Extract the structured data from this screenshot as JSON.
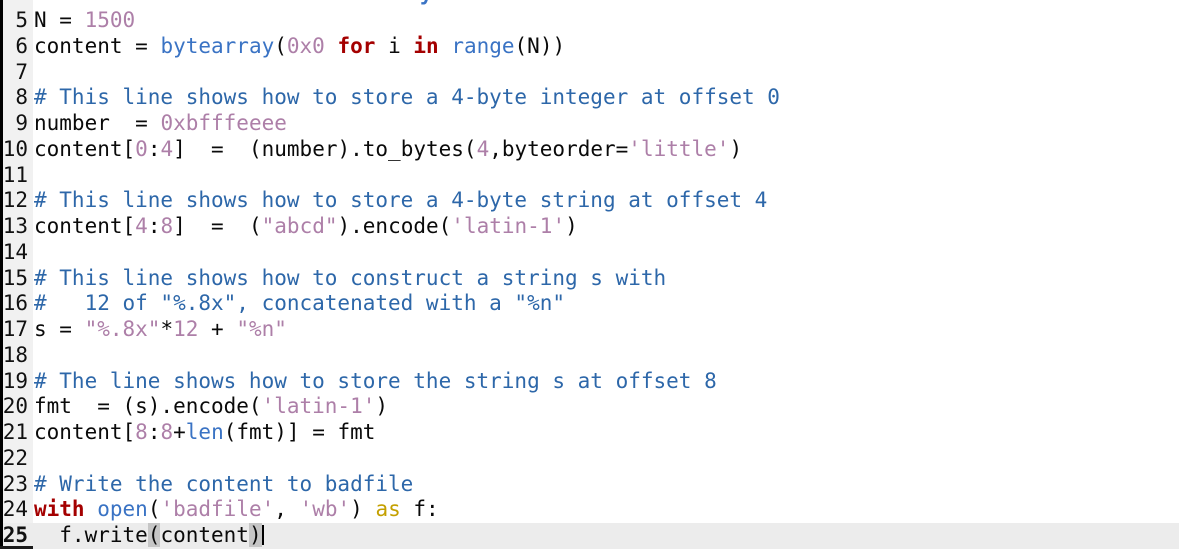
{
  "editor": {
    "colors": {
      "plain": "#0a0a0a",
      "keyword": "#a40000",
      "builtin": "#3a73c4",
      "comment": "#2d67a9",
      "string": "#ad7fa8",
      "modifier": "#c4a000",
      "bracket_bg": "#c6c6c6",
      "gutter_bg": "#f1f1f1",
      "current_line_bg": "#ececec"
    },
    "current_line": 25,
    "clipped_previous_line": {
      "fragment_text": "y"
    },
    "lines": [
      {
        "num": 5,
        "tokens": [
          [
            "p",
            "N = "
          ],
          [
            "s",
            "1500"
          ]
        ]
      },
      {
        "num": 6,
        "tokens": [
          [
            "p",
            "content = "
          ],
          [
            "b",
            "bytearray"
          ],
          [
            "p",
            "("
          ],
          [
            "s",
            "0x0"
          ],
          [
            "p",
            " "
          ],
          [
            "k",
            "for"
          ],
          [
            "p",
            " i "
          ],
          [
            "k",
            "in"
          ],
          [
            "p",
            " "
          ],
          [
            "b",
            "range"
          ],
          [
            "p",
            "(N))"
          ]
        ]
      },
      {
        "num": 7,
        "tokens": []
      },
      {
        "num": 8,
        "tokens": [
          [
            "c",
            "# This line shows how to store a 4-byte integer at offset 0"
          ]
        ]
      },
      {
        "num": 9,
        "tokens": [
          [
            "p",
            "number  = "
          ],
          [
            "s",
            "0xbfffeeee"
          ]
        ]
      },
      {
        "num": 10,
        "tokens": [
          [
            "p",
            "content["
          ],
          [
            "s",
            "0"
          ],
          [
            "p",
            ":"
          ],
          [
            "s",
            "4"
          ],
          [
            "p",
            "]  =  (number).to_bytes("
          ],
          [
            "s",
            "4"
          ],
          [
            "p",
            ",byteorder="
          ],
          [
            "s",
            "'little'"
          ],
          [
            "p",
            ")"
          ]
        ]
      },
      {
        "num": 11,
        "tokens": []
      },
      {
        "num": 12,
        "tokens": [
          [
            "c",
            "# This line shows how to store a 4-byte string at offset 4"
          ]
        ]
      },
      {
        "num": 13,
        "tokens": [
          [
            "p",
            "content["
          ],
          [
            "s",
            "4"
          ],
          [
            "p",
            ":"
          ],
          [
            "s",
            "8"
          ],
          [
            "p",
            "]  =  ("
          ],
          [
            "s",
            "\"abcd\""
          ],
          [
            "p",
            ").encode("
          ],
          [
            "s",
            "'latin-1'"
          ],
          [
            "p",
            ")"
          ]
        ]
      },
      {
        "num": 14,
        "tokens": []
      },
      {
        "num": 15,
        "tokens": [
          [
            "c",
            "# This line shows how to construct a string s with"
          ]
        ]
      },
      {
        "num": 16,
        "tokens": [
          [
            "c",
            "#   12 of \"%.8x\", concatenated with a \"%n\""
          ]
        ]
      },
      {
        "num": 17,
        "tokens": [
          [
            "p",
            "s = "
          ],
          [
            "s",
            "\"%.8x\""
          ],
          [
            "p",
            "*"
          ],
          [
            "s",
            "12"
          ],
          [
            "p",
            " + "
          ],
          [
            "s",
            "\"%n\""
          ]
        ]
      },
      {
        "num": 18,
        "tokens": []
      },
      {
        "num": 19,
        "tokens": [
          [
            "c",
            "# The line shows how to store the string s at offset 8"
          ]
        ]
      },
      {
        "num": 20,
        "tokens": [
          [
            "p",
            "fmt  = (s).encode("
          ],
          [
            "s",
            "'latin-1'"
          ],
          [
            "p",
            ")"
          ]
        ]
      },
      {
        "num": 21,
        "tokens": [
          [
            "p",
            "content["
          ],
          [
            "s",
            "8"
          ],
          [
            "p",
            ":"
          ],
          [
            "s",
            "8"
          ],
          [
            "p",
            "+"
          ],
          [
            "b",
            "len"
          ],
          [
            "p",
            "(fmt)] = fmt"
          ]
        ]
      },
      {
        "num": 22,
        "tokens": []
      },
      {
        "num": 23,
        "tokens": [
          [
            "c",
            "# Write the content to badfile"
          ]
        ]
      },
      {
        "num": 24,
        "tokens": [
          [
            "k",
            "with"
          ],
          [
            "p",
            " "
          ],
          [
            "b",
            "open"
          ],
          [
            "p",
            "("
          ],
          [
            "s",
            "'badfile'"
          ],
          [
            "p",
            ", "
          ],
          [
            "s",
            "'wb'"
          ],
          [
            "p",
            ") "
          ],
          [
            "g",
            "as"
          ],
          [
            "p",
            " f:"
          ]
        ]
      },
      {
        "num": 25,
        "tokens": [
          [
            "p",
            "  f.write"
          ],
          [
            "m",
            "("
          ],
          [
            "p",
            "content"
          ],
          [
            "m",
            ")"
          ],
          [
            "cursor",
            ""
          ]
        ]
      }
    ]
  }
}
